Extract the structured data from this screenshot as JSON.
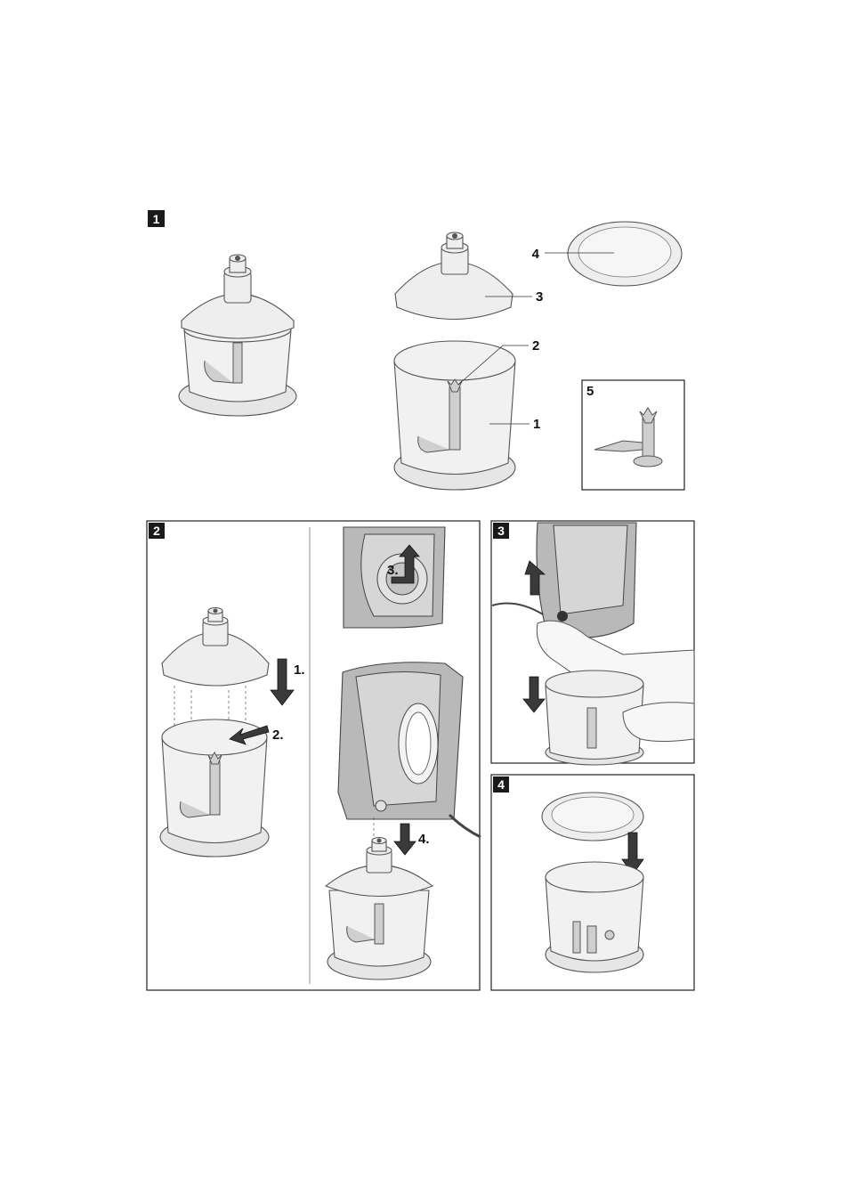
{
  "figures": {
    "fig1": {
      "badge": "1",
      "callouts": [
        "4",
        "3",
        "2",
        "1"
      ],
      "inset_label": "5"
    },
    "fig2": {
      "badge": "2",
      "steps": [
        "1.",
        "2.",
        "3.",
        "4."
      ]
    },
    "fig3": {
      "badge": "3"
    },
    "fig4": {
      "badge": "4"
    }
  },
  "colors": {
    "badge_bg": "#1a1a1a",
    "line": "#333333",
    "part_fill": "#f1f1f1"
  }
}
